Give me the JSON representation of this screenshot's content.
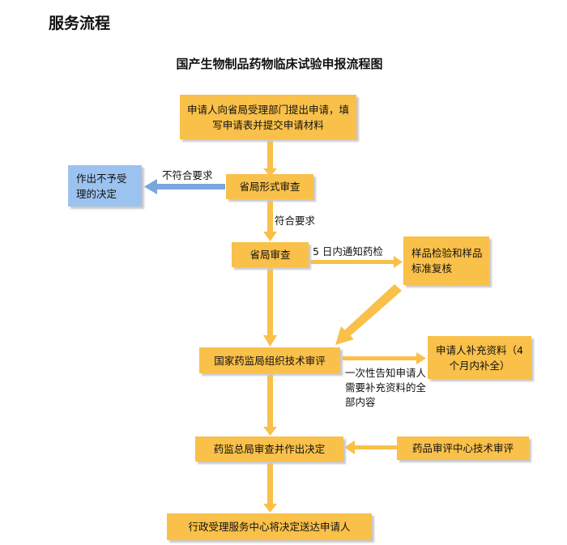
{
  "section_title": "服务流程",
  "diagram_title": "国产生物制品药物临床试验申报流程图",
  "colors": {
    "box_fill": "#f9c04a",
    "reject_fill": "#9cc3f0",
    "arrow_yellow": "#f9c04a",
    "arrow_blue": "#7aa6de",
    "box_shadow": "#c9c9c9"
  },
  "nodes": {
    "apply": "申请人向省局受理部门提出申请，填写申请表并提交申请材料",
    "reject": "作出不予受理的决定",
    "formal_review": "省局形式审查",
    "provincial_review": "省局审查",
    "sample_test": "样品检验和样品标准复核",
    "technical_review": "国家药监局组织技术审评",
    "supplement": "申请人补充资料（4个月内补全）",
    "decision": "药监总局审查并作出决定",
    "center_review": "药品审评中心技术审评",
    "deliver": "行政受理服务中心将决定送达申请人"
  },
  "edge_labels": {
    "not_compliant": "不符合要求",
    "compliant": "符合要求",
    "notify_test": "5 日内通知药检",
    "one_time_notice": "一次性告知申请人需要补充资料的全部内容"
  }
}
